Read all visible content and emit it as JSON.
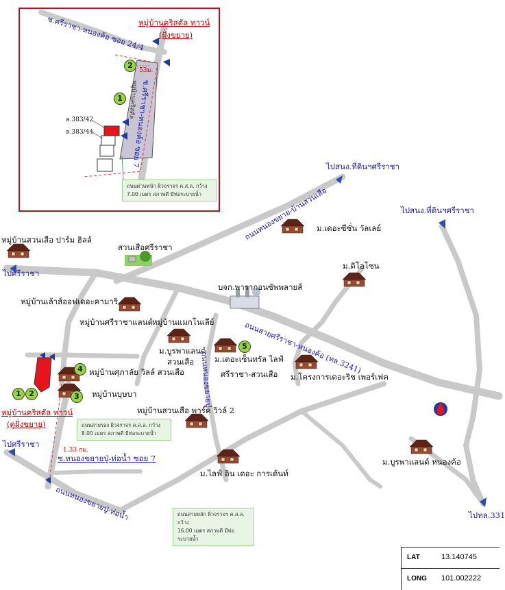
{
  "inset": {
    "title": "หมู่บ้านคริสตัล ทาวน์",
    "subtitle": "(ฝั่งขยาย)",
    "road_top": "ซ.ศรีราชา-หนองค้อ ซอย 24/4",
    "road_side": "ซ.ศรีราชา-หนองค้อ ซอย 7",
    "mid_label": "หมู่บ้านคริสตัล",
    "distance": "53ม.",
    "plot_1": "ล.383/42",
    "plot_2": "ล.383/44",
    "note_line1": "ถนนผ่านหน้า ผิวจราจร ค.ส.ล. กว้าง",
    "note_line2": "7.00 เมตร สภาพดี มีท่อระบายน้ำ"
  },
  "places": {
    "to_sriracha_land_1": "ไปสนง.ที่ดินฯศรีราชา",
    "to_sriracha_land_2": "ไปสนง.ที่ดินฯศรีราชา",
    "suanseua_palm_hill": "หมู่บ้านสวนเสือ ปาร์ม ฮิลล์",
    "to_sriracha_1": "ไปศรีราชา",
    "to_sriracha_2": "ไปศรีราชา",
    "suanseua_sriracha": "สวนเสือศรีราชา",
    "the_vision_valley": "ม.เดอะซีชั่น วัลเลย์",
    "m_dio_chon": "ม.ดิโอโซน",
    "leo_golf": "หมู่บ้านเล้าส์ออฟเดอะคามาริ",
    "bjk_company": "บจก.พารากอนซัพพลายส์",
    "sriracha_land": "หมู่บ้านศรีราชาแลนด์",
    "mag_nolia": "หมู่บ้านแมกโนเลีย์",
    "burapa_land_suanseua_1": "ม.บูรพาแลนด์",
    "burapa_land_suanseua_2": "สวนเสือ",
    "central_life_1": "ม.เดอะเซ็นทรัล ไลฟ์",
    "central_life_2": "ศรีราชา-สวนเสือ",
    "the_rich_project": "ม.โครงการเดอะริช เพอร์เฟค",
    "supalai_ville": "หมู่บ้านศุภาลัย วิลล์ สวนเสือ",
    "boonya": "หมู่บ้านบุษบา",
    "crystal_town_main": "หมู่บ้านคริสตัล ทาวน์",
    "crystal_town_sub": "(ดูฝั่งขยาย)",
    "suanseua_park_ville": "หมู่บ้านสวนเสือ พาร์ค วิวล์ 2",
    "life_in_garden": "ม.ไลฟ์ อิน เดอะ การเด้นท์",
    "burapa_land_nongkho": "ม.บูรพาแลนด์ หนองค้อ",
    "to_331": "ไปทล.331",
    "distance_main": "1.33 กม.",
    "soi_label": "ซ.หนองขยายปู่-ท่อน้ำ ซอย 7"
  },
  "roads": {
    "road_nongkho_chonburi": "ถนนหนองขยาย-บ้านสวนเสือ",
    "road_sriracha_nongkho": "ถนนสายศรีราชา-หนองค้อ (ทล.3241)",
    "road_vertical": "ถนนหนองขยายปู่",
    "road_bottom": "ถนนหนองขยายปู่-ท่อน้ำ"
  },
  "notes": {
    "note_mid_1": "ถนนสายรอง ผิวจราจร ค.ส.ล. กว้าง",
    "note_mid_2": "8.00 เมตร สภาพดี มีท่อระบายน้ำ",
    "note_bottom_1": "ถนนสายหลัก ผิวจราจร ค.ส.ล. กว้าง",
    "note_bottom_2": "16.00 เมตร สภาพดี มีท่อระบายน้ำ"
  },
  "badges": [
    "1",
    "2",
    "3",
    "4",
    "5"
  ],
  "coords": {
    "lat_key": "LAT",
    "lat_value": "13.140745",
    "long_key": "LONG",
    "long_value": "101.002222"
  },
  "colors": {
    "road": "#c9c9c9",
    "inset_border": "#b5121b",
    "label_blue": "#1a1aa6",
    "label_red": "#c00000",
    "plot_red": "#e8141b",
    "badge_green": "#9bd14a",
    "note_bg": "#e9f5e4"
  }
}
